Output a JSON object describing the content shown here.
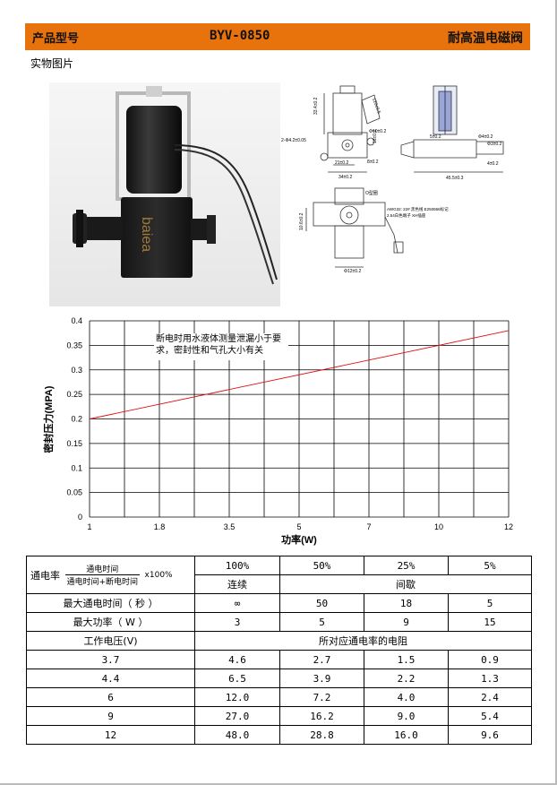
{
  "header": {
    "label": "产品型号",
    "model": "BYV-0850",
    "product_name": "耐高温电磁阀"
  },
  "photo_section": {
    "label": "实物图片",
    "brand_text": "baiea"
  },
  "drawing_annotations": {
    "dim_height": "33.4±0.2",
    "dim_angle": "120±0.5",
    "dim_pipe": "2-Φ4.2±0.05",
    "dim_top_r": "Φ10±0.2",
    "dim_16": "16±0.2",
    "dim_21": "21±0.2",
    "dim_8": "8±0.2",
    "dim_34": "34±0.2",
    "dim_5": "5±0.2",
    "dim_42": "Φ4±0.2",
    "dim_43": "Φ3±0.2",
    "dim_4": "4±0.2",
    "dim_45": "45.5±0.3",
    "dim_10_6": "10.6±0.2",
    "dim_12": "Φ12±0.2",
    "oring": "O型圈",
    "wire_note_1": "AWG32: 22# 黑色线 E250866标记",
    "wire_note_2": "2.54白色端子 XH插座"
  },
  "chart_data": {
    "type": "line",
    "x_ticks": [
      "1",
      "1.8",
      "3.5",
      "5",
      "7",
      "10",
      "12"
    ],
    "y_ticks": [
      "0",
      "0.05",
      "0.1",
      "0.15",
      "0.2",
      "0.25",
      "0.3",
      "0.35",
      "0.4"
    ],
    "xlabel": "功率(W)",
    "ylabel": "密封压力(MPA)",
    "ylim": [
      0,
      0.4
    ],
    "grid": true,
    "annotation": "断电时用水液体测量泄漏小于要求，密封性和气孔大小有关",
    "series": [
      {
        "x_index": [
          0,
          6
        ],
        "values": [
          0.2,
          0.38
        ],
        "color": "#e01010"
      }
    ]
  },
  "table": {
    "rate_label": "通电率",
    "frac_num": "通电时间",
    "frac_den": "通电时间+断电时间",
    "x100": "x100%",
    "rates": [
      "100%",
      "50%",
      "25%",
      "5%"
    ],
    "mode_continuous": "连续",
    "mode_intermittent": "间歇",
    "max_time_label": "最大通电时间（ 秒 ）",
    "max_time": [
      "∞",
      "50",
      "18",
      "5"
    ],
    "max_power_label": "最大功率（ W ）",
    "max_power": [
      "3",
      "5",
      "9",
      "15"
    ],
    "voltage_header": "工作电压(V)",
    "resistance_header": "所对应通电率的电阻",
    "rows": [
      {
        "v": "3.7",
        "r": [
          "4.6",
          "2.7",
          "1.5",
          "0.9"
        ]
      },
      {
        "v": "4.4",
        "r": [
          "6.5",
          "3.9",
          "2.2",
          "1.3"
        ]
      },
      {
        "v": "6",
        "r": [
          "12.0",
          "7.2",
          "4.0",
          "2.4"
        ]
      },
      {
        "v": "9",
        "r": [
          "27.0",
          "16.2",
          "9.0",
          "5.4"
        ]
      },
      {
        "v": "12",
        "r": [
          "48.0",
          "28.8",
          "16.0",
          "9.6"
        ]
      }
    ]
  }
}
